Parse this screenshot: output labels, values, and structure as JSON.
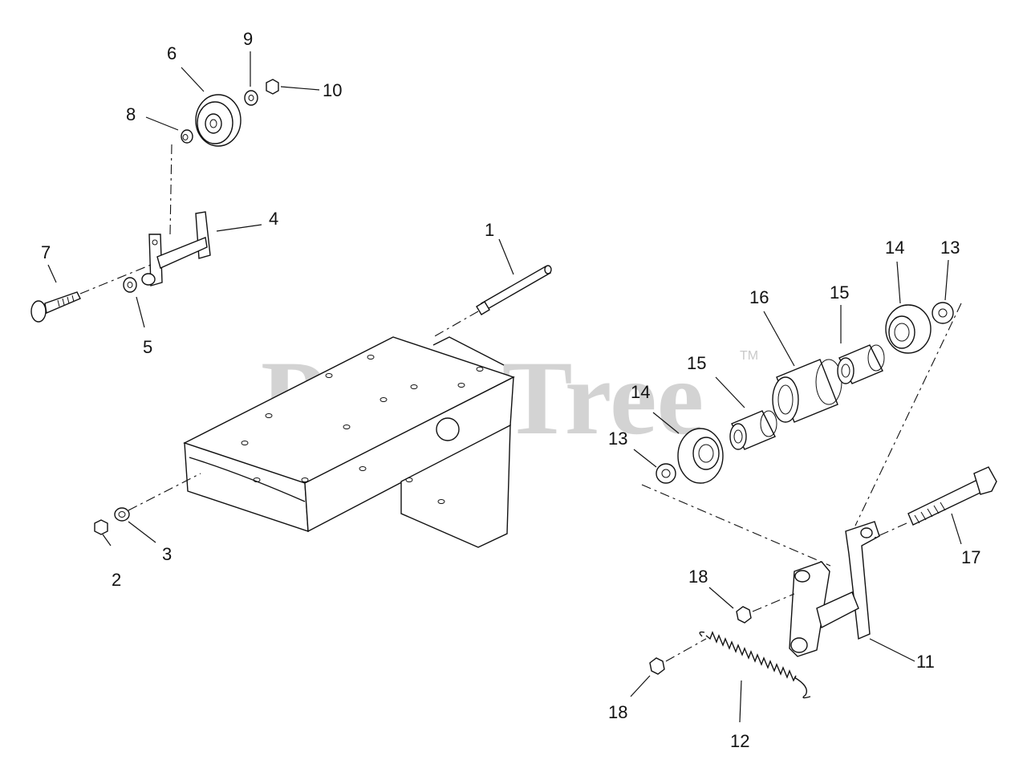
{
  "watermark": {
    "text": "PartsTree",
    "tm": "TM",
    "color": "#c9c9c9"
  },
  "callouts": {
    "c1": "1",
    "c2": "2",
    "c3": "3",
    "c4": "4",
    "c5": "5",
    "c6": "6",
    "c7": "7",
    "c8": "8",
    "c9": "9",
    "c10": "10",
    "c11": "11",
    "c12": "12",
    "c13a": "13",
    "c13b": "13",
    "c14a": "14",
    "c14b": "14",
    "c15a": "15",
    "c15b": "15",
    "c16": "16",
    "c17": "17",
    "c18a": "18",
    "c18b": "18"
  }
}
